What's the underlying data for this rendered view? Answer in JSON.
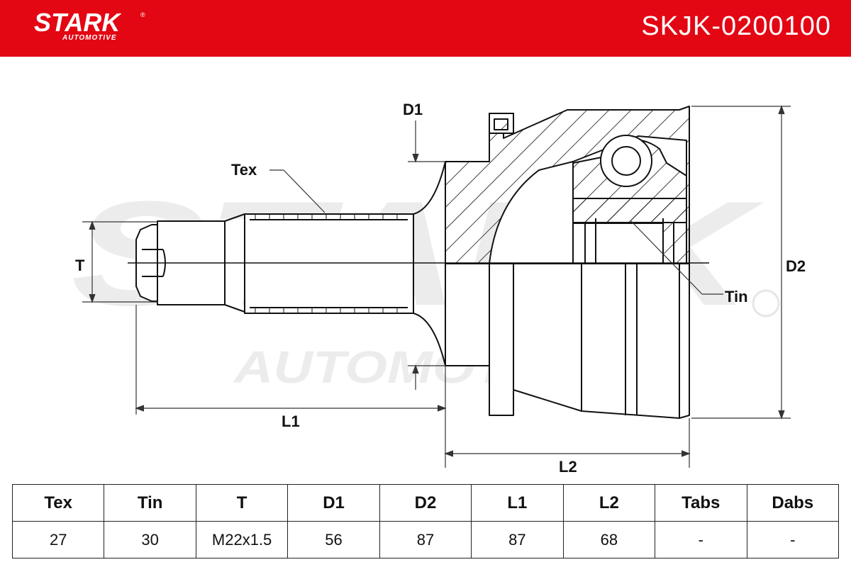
{
  "brand": {
    "name": "STARK",
    "sub": "AUTOMOTIVE",
    "reg": "®"
  },
  "part_number": "SKJK-0200100",
  "watermark": {
    "line1": "STARK",
    "line2": "AUTOMOTIVE"
  },
  "dimension_labels": {
    "tex": "Tex",
    "tin": "Tin",
    "t": "T",
    "d1": "D1",
    "d2": "D2",
    "l1": "L1",
    "l2": "L2"
  },
  "colors": {
    "brand_red": "#e30613",
    "line": "#111111",
    "watermark": "#ececec"
  },
  "table": {
    "headers": [
      "Tex",
      "Tin",
      "T",
      "D1",
      "D2",
      "L1",
      "L2",
      "Tabs",
      "Dabs"
    ],
    "values": [
      "27",
      "30",
      "M22x1.5",
      "56",
      "87",
      "87",
      "68",
      "-",
      "-"
    ]
  }
}
